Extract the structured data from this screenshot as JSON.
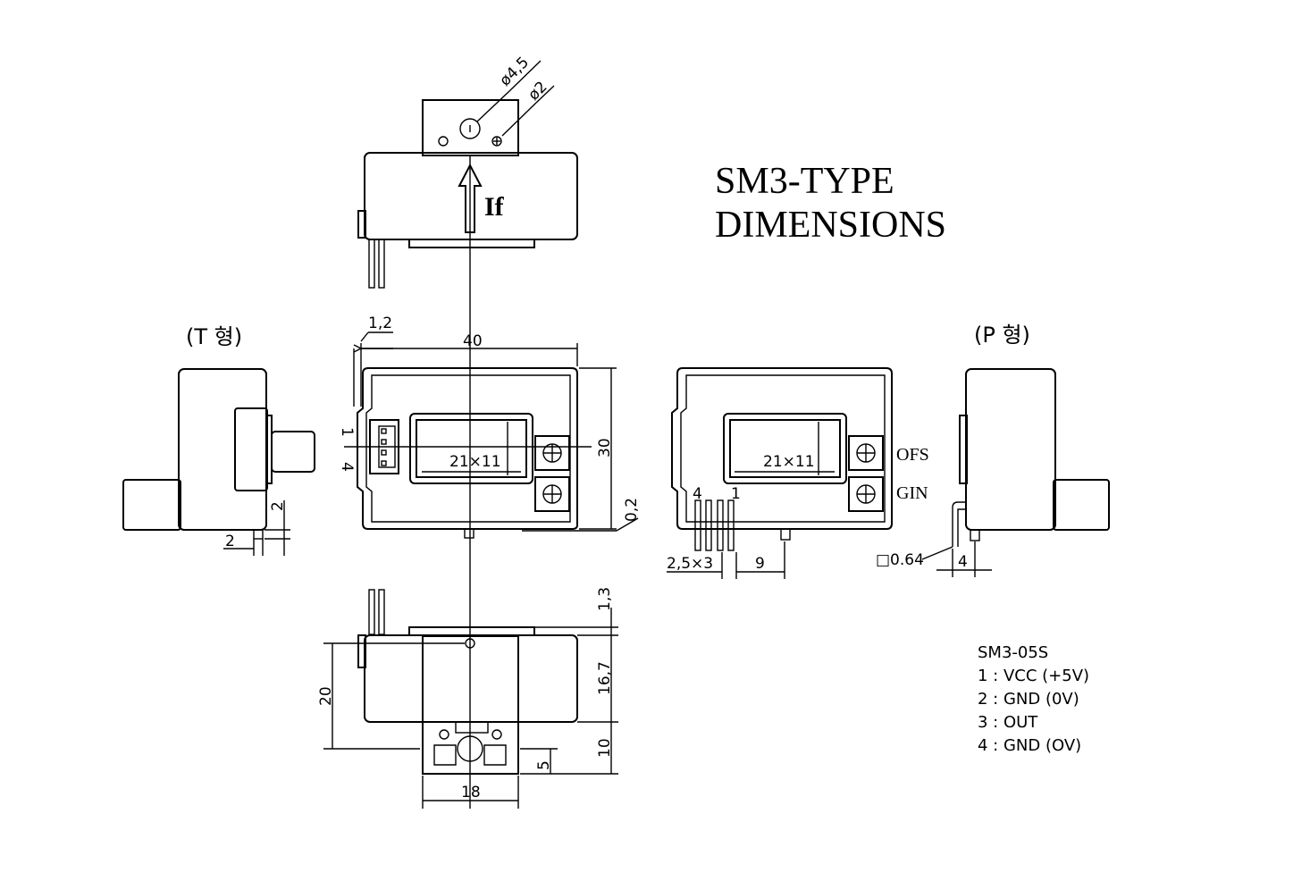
{
  "title": {
    "line1": "SM3-TYPE",
    "line2": "DIMENSIONS"
  },
  "views": {
    "t_type": "(T 형)",
    "p_type": "(P 형)"
  },
  "current_label": "If",
  "trimmers": {
    "ofs": "OFS",
    "gin": "GIN"
  },
  "dimensions": {
    "hole_large": "ø4,5",
    "hole_small": "ø2",
    "wall": "1,2",
    "width": "40",
    "height": "30",
    "window_front": "21×11",
    "window_rear": "21×11",
    "gap": "0,2",
    "side_h": "2",
    "side_w": "2",
    "pin_pitch": "2,5×3",
    "pin_offset": "9",
    "pin_size": "□0.64",
    "pin_bend": "4",
    "depth_total": "20",
    "top_gap": "1,3",
    "depth_body": "16,7",
    "bracket": "10",
    "bracket_hole": "5",
    "bracket_width": "18"
  },
  "connector_pins": {
    "first": "1",
    "last": "4"
  },
  "rear_pins": {
    "left": "4",
    "right": "1"
  },
  "pinout": {
    "model": "SM3-05S",
    "pins": [
      "1 : VCC (+5V)",
      "2 : GND (0V)",
      "3 : OUT",
      "4 : GND (OV)"
    ]
  }
}
